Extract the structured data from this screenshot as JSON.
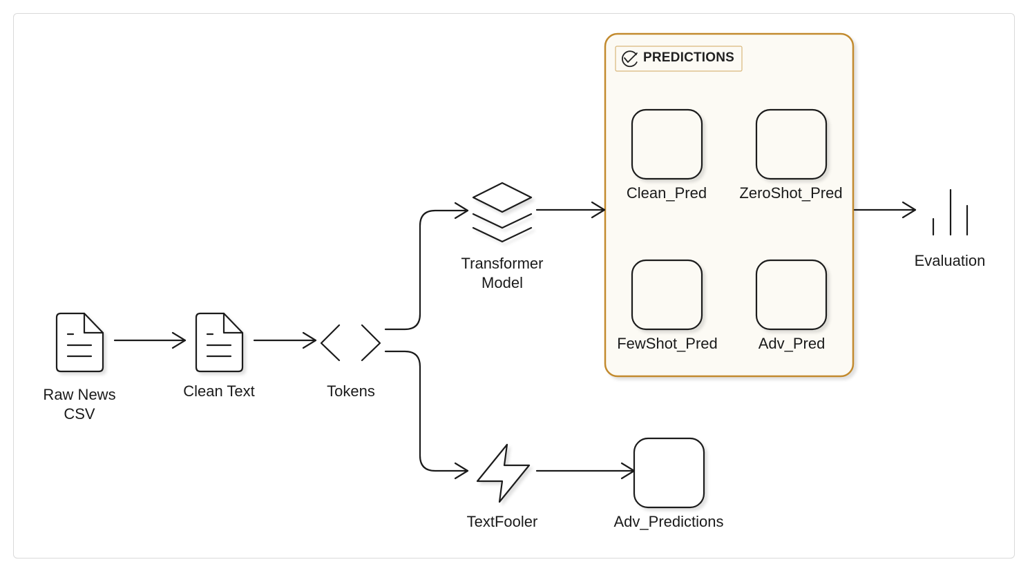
{
  "group": {
    "title": "PREDICTIONS"
  },
  "nodes": {
    "raw_news": "Raw News\nCSV",
    "clean_text": "Clean Text",
    "tokens": "Tokens",
    "transformer": "Transformer\nModel",
    "textfooler": "TextFooler",
    "adv_predictions": "Adv_Predictions",
    "evaluation": "Evaluation"
  },
  "predictions": {
    "clean_pred": "Clean_Pred",
    "zeroshot_pred": "ZeroShot_Pred",
    "fewshot_pred": "FewShot_Pred",
    "adv_pred": "Adv_Pred"
  },
  "colors": {
    "group_border": "#c28a2e",
    "group_fill": "#fcfaf4",
    "stroke": "#1a1a1a"
  }
}
